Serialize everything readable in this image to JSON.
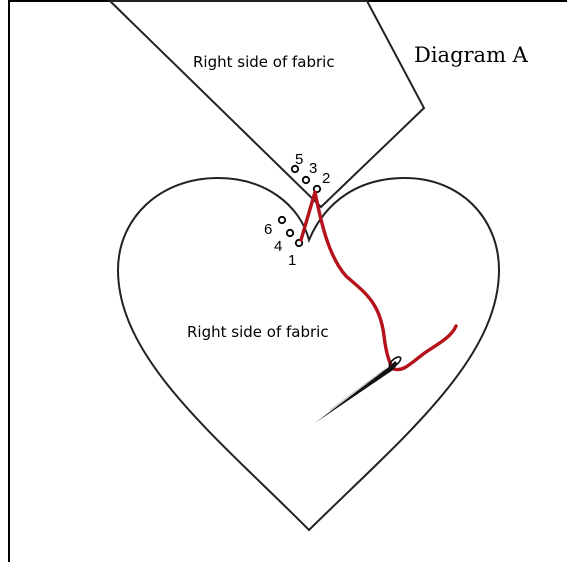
{
  "diagram": {
    "title": "Diagram A",
    "fabric_strip_label": "Right side of fabric",
    "heart_label": "Right side of fabric",
    "hole_numbers": [
      "1",
      "2",
      "3",
      "4",
      "5",
      "6"
    ],
    "colors": {
      "outline": "#222222",
      "thread": "#b5121b",
      "needle": "#111111"
    }
  }
}
